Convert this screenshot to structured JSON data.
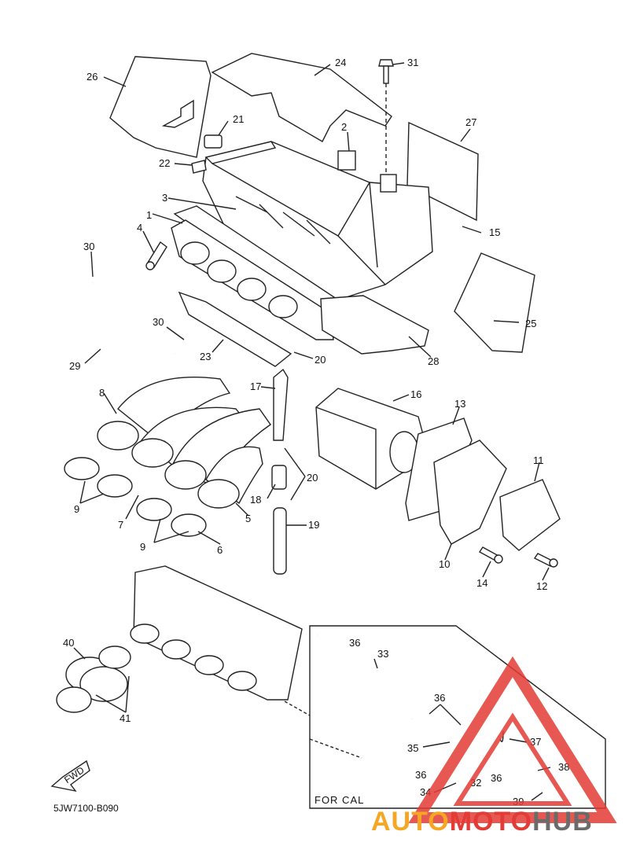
{
  "diagram": {
    "code": "5JW7100-B090",
    "cal_label": "FOR CAL",
    "fwd_label": "FWD",
    "callouts": [
      "1",
      "2",
      "3",
      "4",
      "5",
      "6",
      "7",
      "8",
      "9",
      "9",
      "10",
      "11",
      "12",
      "13",
      "14",
      "15",
      "16",
      "17",
      "18",
      "19",
      "20",
      "20",
      "21",
      "22",
      "23",
      "24",
      "25",
      "26",
      "27",
      "28",
      "29",
      "30",
      "30",
      "31",
      "32",
      "33",
      "34",
      "35",
      "36",
      "36",
      "36",
      "36",
      "37",
      "38",
      "39",
      "40",
      "41"
    ]
  },
  "watermark": {
    "part1": "AUTO",
    "part2": "MOTO",
    "part3": "HUB",
    "color_orange": "#f5a623",
    "color_red": "#e33b35",
    "color_gray": "#6b6b6b"
  }
}
